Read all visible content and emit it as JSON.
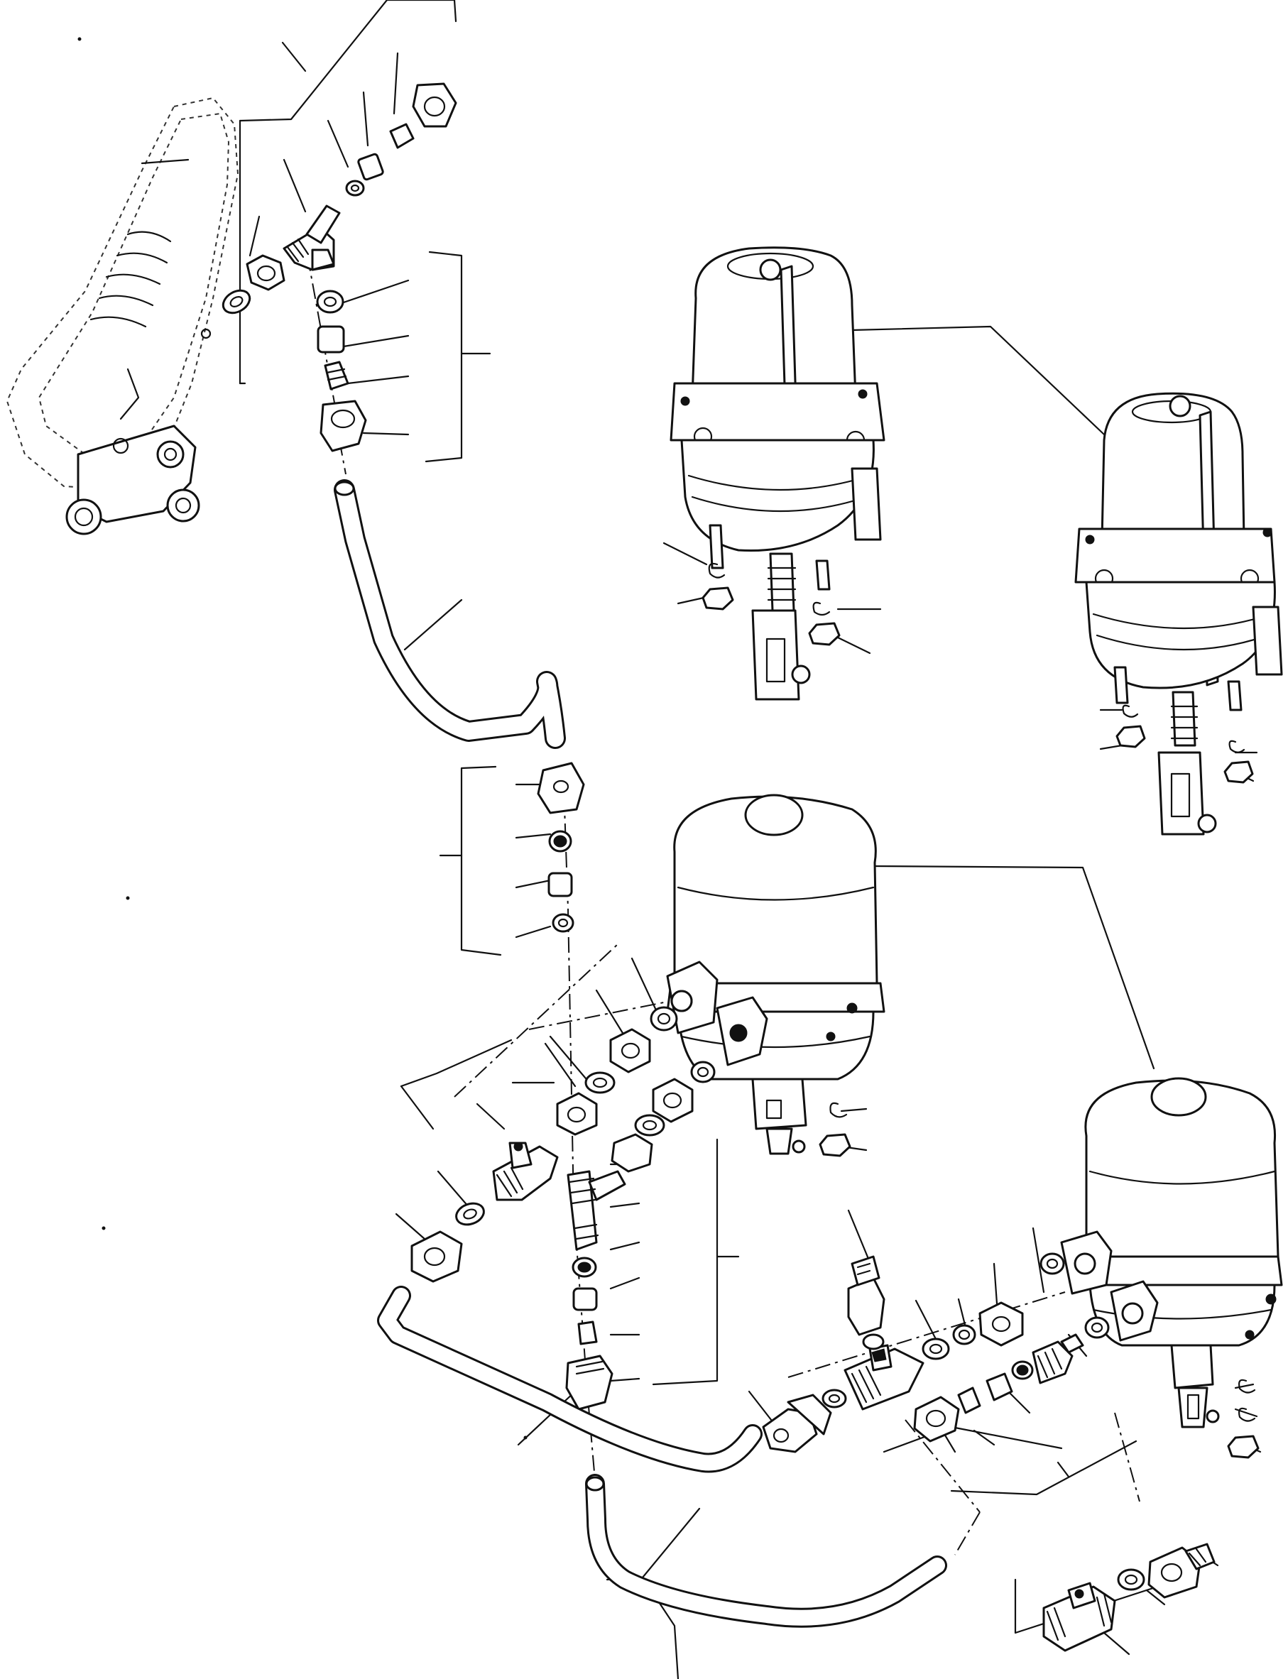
{
  "figure": {
    "type": "exploded-parts-diagram",
    "text_labels": []
  },
  "colors": {
    "background": "#ffffff",
    "line": "#111111"
  },
  "components": [
    {
      "id": "brake-pedal-valve",
      "icon": "brake-pedal-valve-icon"
    },
    {
      "id": "upper-tee-fitting",
      "icon": "tee-fitting-icon"
    },
    {
      "id": "upper-left-spring-brake-chamber",
      "icon": "spring-brake-chamber-icon"
    },
    {
      "id": "upper-right-spring-brake-chamber",
      "icon": "spring-brake-chamber-icon"
    },
    {
      "id": "lower-left-service-brake-chamber",
      "icon": "service-brake-chamber-icon"
    },
    {
      "id": "lower-right-service-brake-chamber",
      "icon": "service-brake-chamber-icon"
    },
    {
      "id": "brake-hoses",
      "icon": "hose-icon"
    },
    {
      "id": "connector-block-inset",
      "icon": "connector-block-icon"
    }
  ]
}
